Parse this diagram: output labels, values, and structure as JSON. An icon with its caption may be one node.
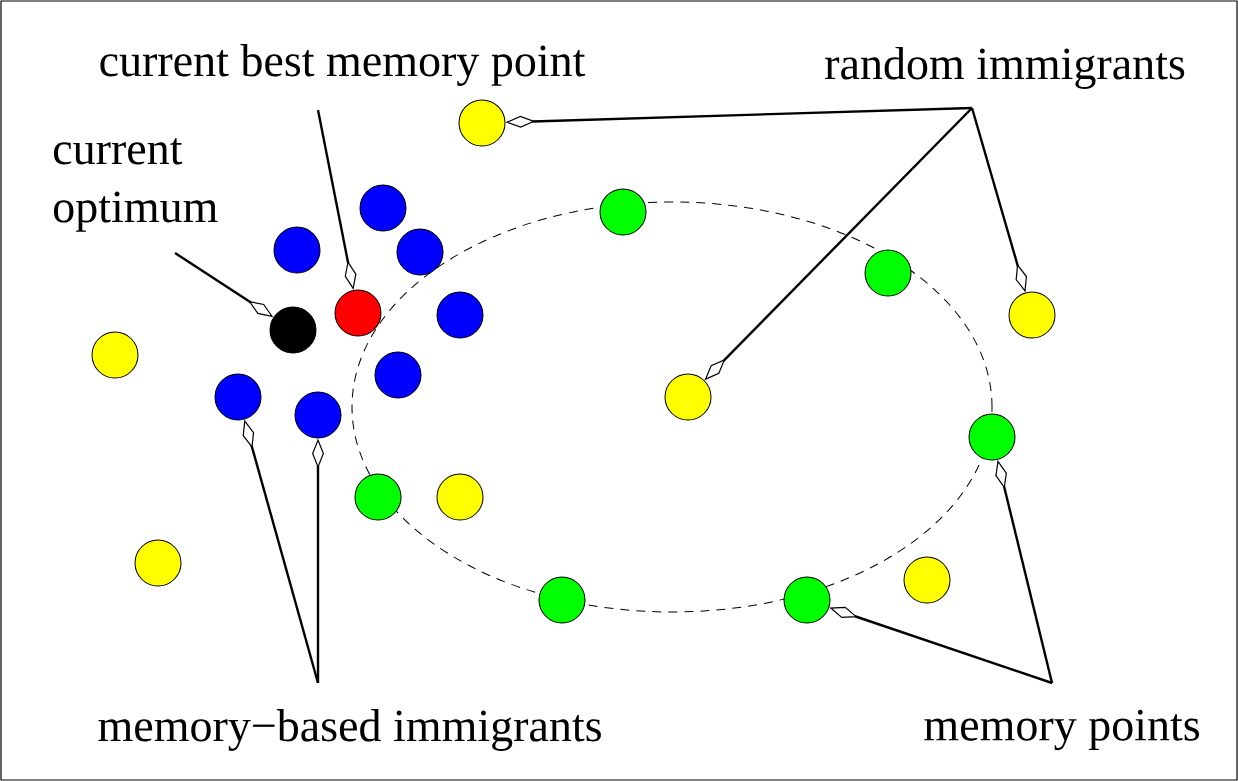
{
  "diagram": {
    "nodes": [
      {
        "text": [
          "current best memory point"
        ]
      },
      {
        "text": [
          "random immigrants"
        ]
      },
      {
        "text": [
          "current optimum"
        ]
      },
      {
        "text": [
          "memory−based immigrants"
        ]
      },
      {
        "text": [
          "memory points"
        ]
      },
      {
        "text": [],
        "shape": "circle"
      },
      {
        "text": [],
        "shape": "circle"
      },
      {
        "text": [],
        "shape": "circle"
      },
      {
        "text": [],
        "shape": "circle"
      },
      {
        "text": [],
        "shape": "circle"
      },
      {
        "text": [],
        "shape": "circle"
      },
      {
        "text": [],
        "shape": "circle"
      },
      {
        "text": [],
        "shape": "circle"
      },
      {
        "text": [],
        "shape": "circle"
      },
      {
        "text": [],
        "shape": "circle"
      },
      {
        "text": [],
        "shape": "circle"
      },
      {
        "text": [],
        "shape": "circle"
      },
      {
        "text": [],
        "shape": "circle"
      },
      {
        "text": [],
        "shape": "circle"
      },
      {
        "text": [],
        "shape": "circle"
      },
      {
        "text": [],
        "shape": "circle"
      },
      {
        "text": [],
        "shape": "circle"
      },
      {
        "text": [],
        "shape": "circle"
      },
      {
        "text": [],
        "shape": "circle"
      },
      {
        "text": [],
        "shape": "circle"
      },
      {
        "text": [],
        "shape": "circle"
      },
      {
        "text": [],
        "shape": "circle"
      }
    ],
    "edges": [
      {
        "from": 0,
        "to": 11,
        "arrow": "other"
      },
      {
        "from": 1,
        "to": 5,
        "arrow": "other"
      },
      {
        "from": 1,
        "to": 18,
        "arrow": "other"
      },
      {
        "from": 1,
        "to": 13,
        "arrow": "other"
      },
      {
        "from": 2,
        "to": 14,
        "arrow": "other"
      },
      {
        "from": 3,
        "to": 17,
        "arrow": "other"
      },
      {
        "from": 3,
        "to": 19,
        "arrow": "other"
      },
      {
        "from": 4,
        "to": 26,
        "arrow": "other"
      },
      {
        "from": 4,
        "to": 20,
        "arrow": "other"
      }
    ]
  }
}
